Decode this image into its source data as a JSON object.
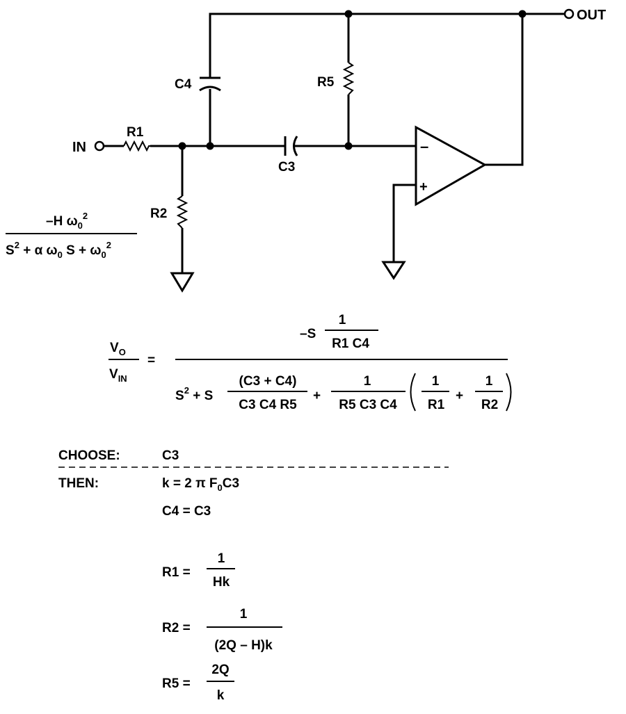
{
  "labels": {
    "in": "IN",
    "out": "OUT",
    "r1": "R1",
    "r2": "R2",
    "r5": "R5",
    "c3": "C3",
    "c4": "C4",
    "opamp_minus": "–",
    "opamp_plus": "+"
  },
  "transfer": {
    "numerator": "–H ω",
    "num_sub": "0",
    "num_sup": "2",
    "den_s": "S",
    "den_s_sup": "2",
    "den_mid": " + α ω",
    "den_mid_sub": "0",
    "den_mid2": " S + ω",
    "den_end_sub": "0",
    "den_end_sup": "2"
  },
  "gain_eq": {
    "lhs_num": "V",
    "lhs_num_sub": "O",
    "lhs_den": "V",
    "lhs_den_sub": "IN",
    "equals": "=",
    "top_prefix": "–S",
    "top_frac_num": "1",
    "top_frac_den": "R1 C4",
    "s_squared": "S",
    "s_squared_sup": "2",
    "plus_s": " + S",
    "frac1_num": "(C3 + C4)",
    "frac1_den": "C3 C4 R5",
    "plus1": "+",
    "frac2_num": "1",
    "frac2_den": "R5 C3 C4",
    "frac3_num": "1",
    "frac3_den": "R1",
    "plus2": "+",
    "frac4_num": "1",
    "frac4_den": "R2"
  },
  "design": {
    "choose_label": "CHOOSE:",
    "choose_value": "C3",
    "then_label": "THEN:",
    "k_eq_left": "k = 2 π F",
    "k_eq_sub": "0",
    "k_eq_right": "C3",
    "c4_eq": "C4 = C3",
    "r1_lhs": "R1 =",
    "r1_num": "1",
    "r1_den": "Hk",
    "r2_lhs": "R2 =",
    "r2_num": "1",
    "r2_den": "(2Q – H)k",
    "r5_lhs": "R5 =",
    "r5_num": "2Q",
    "r5_den": "k"
  }
}
